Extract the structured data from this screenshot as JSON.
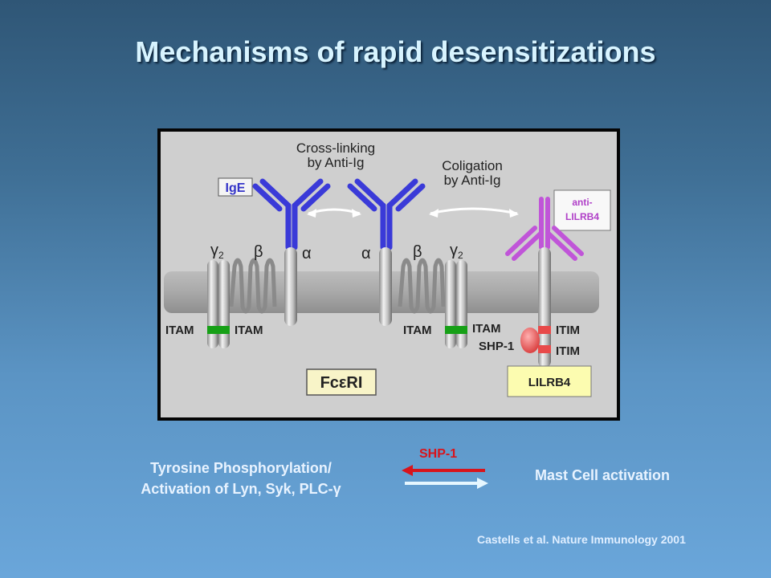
{
  "slide": {
    "title": "Mechanisms of rapid desensitizations",
    "citation": "Castells et al.  Nature Immunology  2001"
  },
  "diagram": {
    "cross_linking": [
      "Cross-linking",
      "by Anti-Ig"
    ],
    "coligation": [
      "Coligation",
      "by Anti-Ig"
    ],
    "ige_label": "IgE",
    "anti_lilrb4": [
      "anti-",
      "LILRB4"
    ],
    "alpha": "α",
    "beta": "β",
    "gamma": "γ",
    "gamma_sub": "2",
    "itam": "ITAM",
    "itim": "ITIM",
    "shp1": "SHP-1",
    "fceri": "FcεRI",
    "lilrb4": "LILRB4"
  },
  "bottom": {
    "left_line1": "Tyrosine Phosphorylation/",
    "left_line2": "Activation of Lyn, Syk, PLC-γ",
    "arrow_label": "SHP-1",
    "right_text": "Mast Cell activation"
  },
  "colors": {
    "ige": "#3f3fe0",
    "anti_lilrb4": "#c055d8",
    "itam_green": "#17a017",
    "itim_red": "#e84a4a",
    "inhibit_arrow": "#d8141c"
  }
}
